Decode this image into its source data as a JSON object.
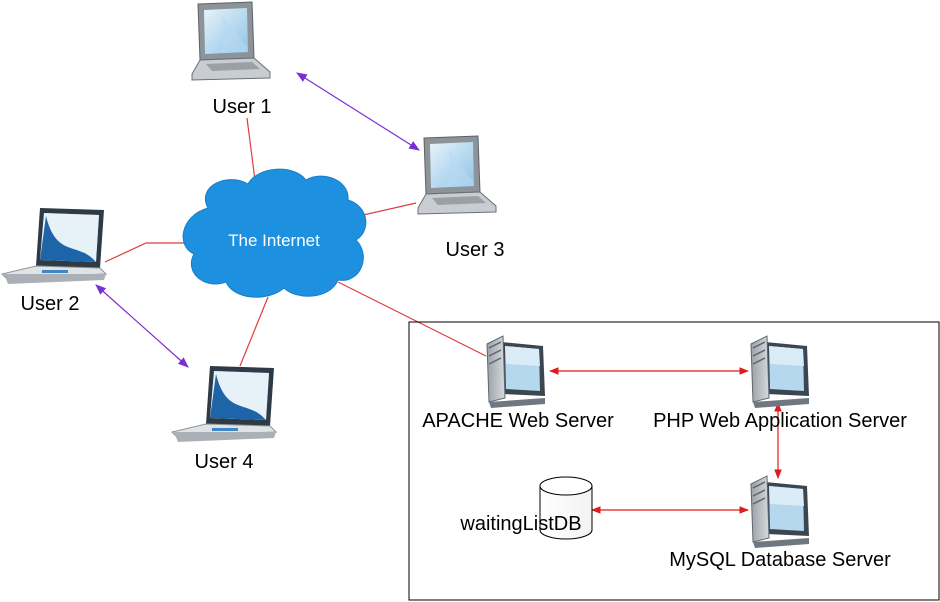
{
  "users": [
    {
      "id": "user1",
      "label": "User 1",
      "style": "grey-laptop"
    },
    {
      "id": "user2",
      "label": "User 2",
      "style": "blue-laptop"
    },
    {
      "id": "user3",
      "label": "User 3",
      "style": "grey-laptop"
    },
    {
      "id": "user4",
      "label": "User 4",
      "style": "blue-laptop"
    }
  ],
  "cloud": {
    "label": "The Internet",
    "color": "#1e90e0"
  },
  "servers": [
    {
      "id": "apache",
      "label": "APACHE Web Server",
      "icon": "server-tower-icon"
    },
    {
      "id": "php",
      "label": "PHP Web Application Server",
      "icon": "server-tower-icon"
    },
    {
      "id": "mysql",
      "label": "MySQL Database Server",
      "icon": "server-tower-icon"
    }
  ],
  "database": {
    "label": "waitingListDB",
    "icon": "database-cylinder-icon"
  },
  "colors": {
    "network_line": "#e03c3c",
    "peer_arrow": "#7b2fd0",
    "server_arrow": "#e01b1b",
    "box_border": "#000000"
  }
}
